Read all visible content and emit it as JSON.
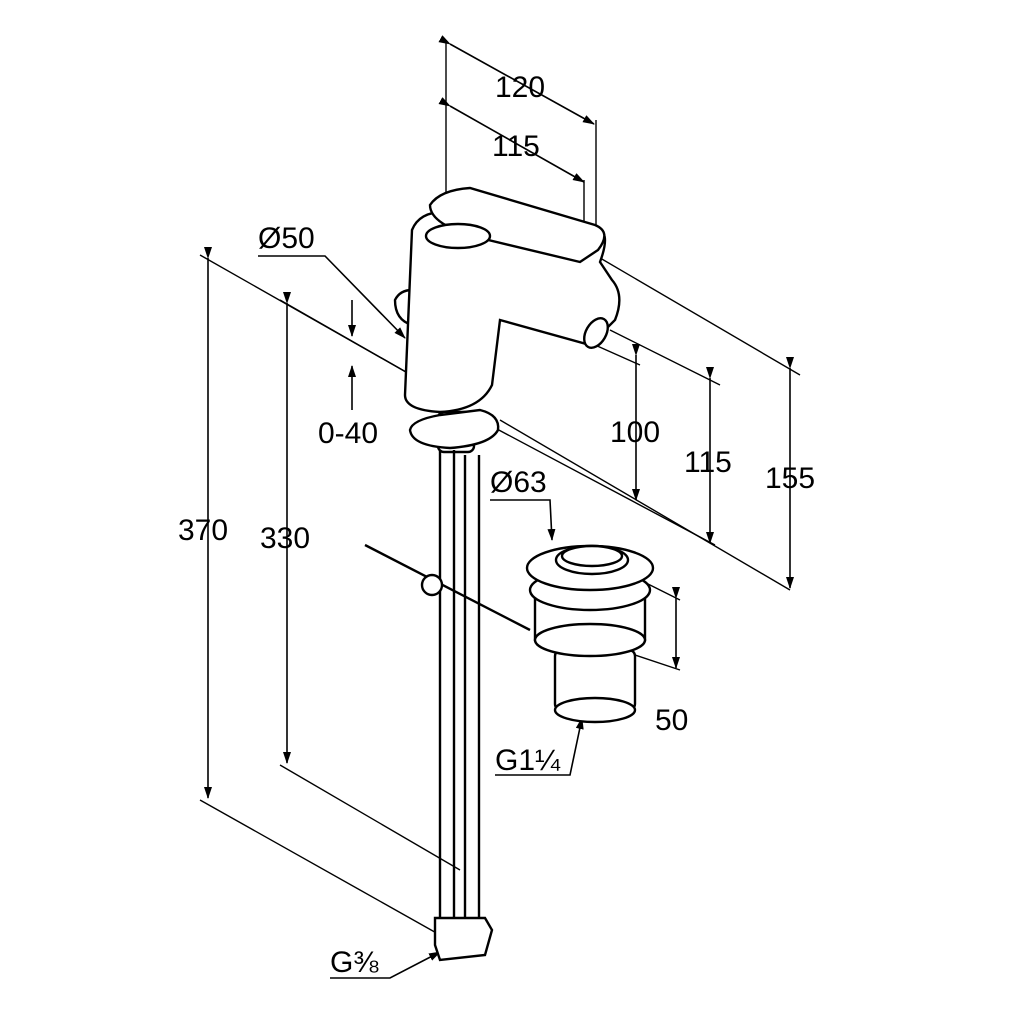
{
  "dimensions": {
    "top_width_outer": "120",
    "top_width_inner": "115",
    "body_diameter": "Ø50",
    "deck_thickness": "0-40",
    "spout_height": "100",
    "spout_height_total": "115",
    "overall_height_right": "155",
    "waste_diameter": "Ø63",
    "overall_height": "370",
    "hose_length": "330",
    "waste_height": "50",
    "waste_thread": "G1¼",
    "supply_thread": "G⅜"
  }
}
